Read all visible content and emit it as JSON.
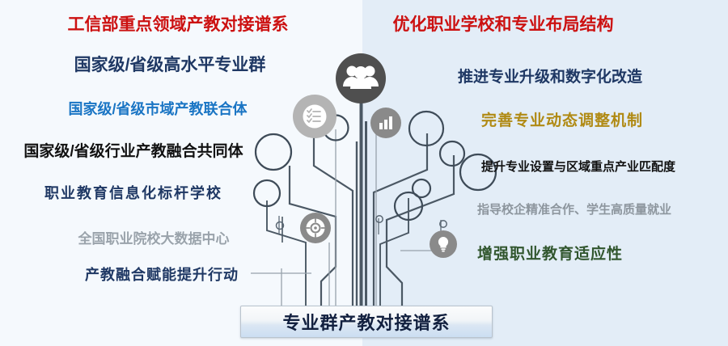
{
  "slide": {
    "title_left": "工信部重点领域产教对接谱系",
    "title_right": "优化职业学校和专业布局结构",
    "banner_label": "专业群产教对接谱系"
  },
  "colors": {
    "background_left": "#f5f9fd",
    "background_right": "#e3edf7",
    "title_red": "#cc1111",
    "navy": "#1f3864",
    "bright_blue": "#1a75c4",
    "black": "#111111",
    "gray": "#9aa3ab",
    "gold": "#b08a14",
    "green": "#31562e",
    "banner_text": "#12203f",
    "stem_dark": "#3c4a57",
    "stem_light": "#8d979f",
    "icon_dark": "#4d4d4d",
    "icon_mid": "#808080",
    "icon_light": "#b3b3b3"
  },
  "left_column": {
    "items": [
      {
        "label": "国家级/省级高水平专业群",
        "color": "#1f3864"
      },
      {
        "label": "国家级/省级市域产教联合体",
        "color": "#1a75c4"
      },
      {
        "label": "国家级/省级行业产教融合共同体",
        "color": "#111111"
      },
      {
        "label": "职业教育信息化标杆学校",
        "color": "#1f3864"
      },
      {
        "label": "全国职业院校大数据中心",
        "color": "#9aa3ab"
      },
      {
        "label": "产教融合赋能提升行动",
        "color": "#1f3864"
      }
    ]
  },
  "right_column": {
    "items": [
      {
        "label": "推进专业升级和数字化改造",
        "color": "#1f3864"
      },
      {
        "label": "完善专业动态调整机制",
        "color": "#b08a14"
      },
      {
        "label": "提升专业设置与区域重点产业匹配度",
        "color": "#111111"
      },
      {
        "label": "指导校企精准合作、学生高质量就业",
        "color": "#8d969e"
      },
      {
        "label": "增强职业教育适应性",
        "color": "#31562e"
      }
    ]
  },
  "tree": {
    "icon_nodes": [
      {
        "icon": "people-group-icon",
        "shade": "dark"
      },
      {
        "icon": "checklist-icon",
        "shade": "light"
      },
      {
        "icon": "bar-chart-icon",
        "shade": "mid"
      },
      {
        "icon": "target-crosshair-icon",
        "shade": "mid"
      },
      {
        "icon": "lightbulb-icon",
        "shade": "mid"
      }
    ]
  }
}
